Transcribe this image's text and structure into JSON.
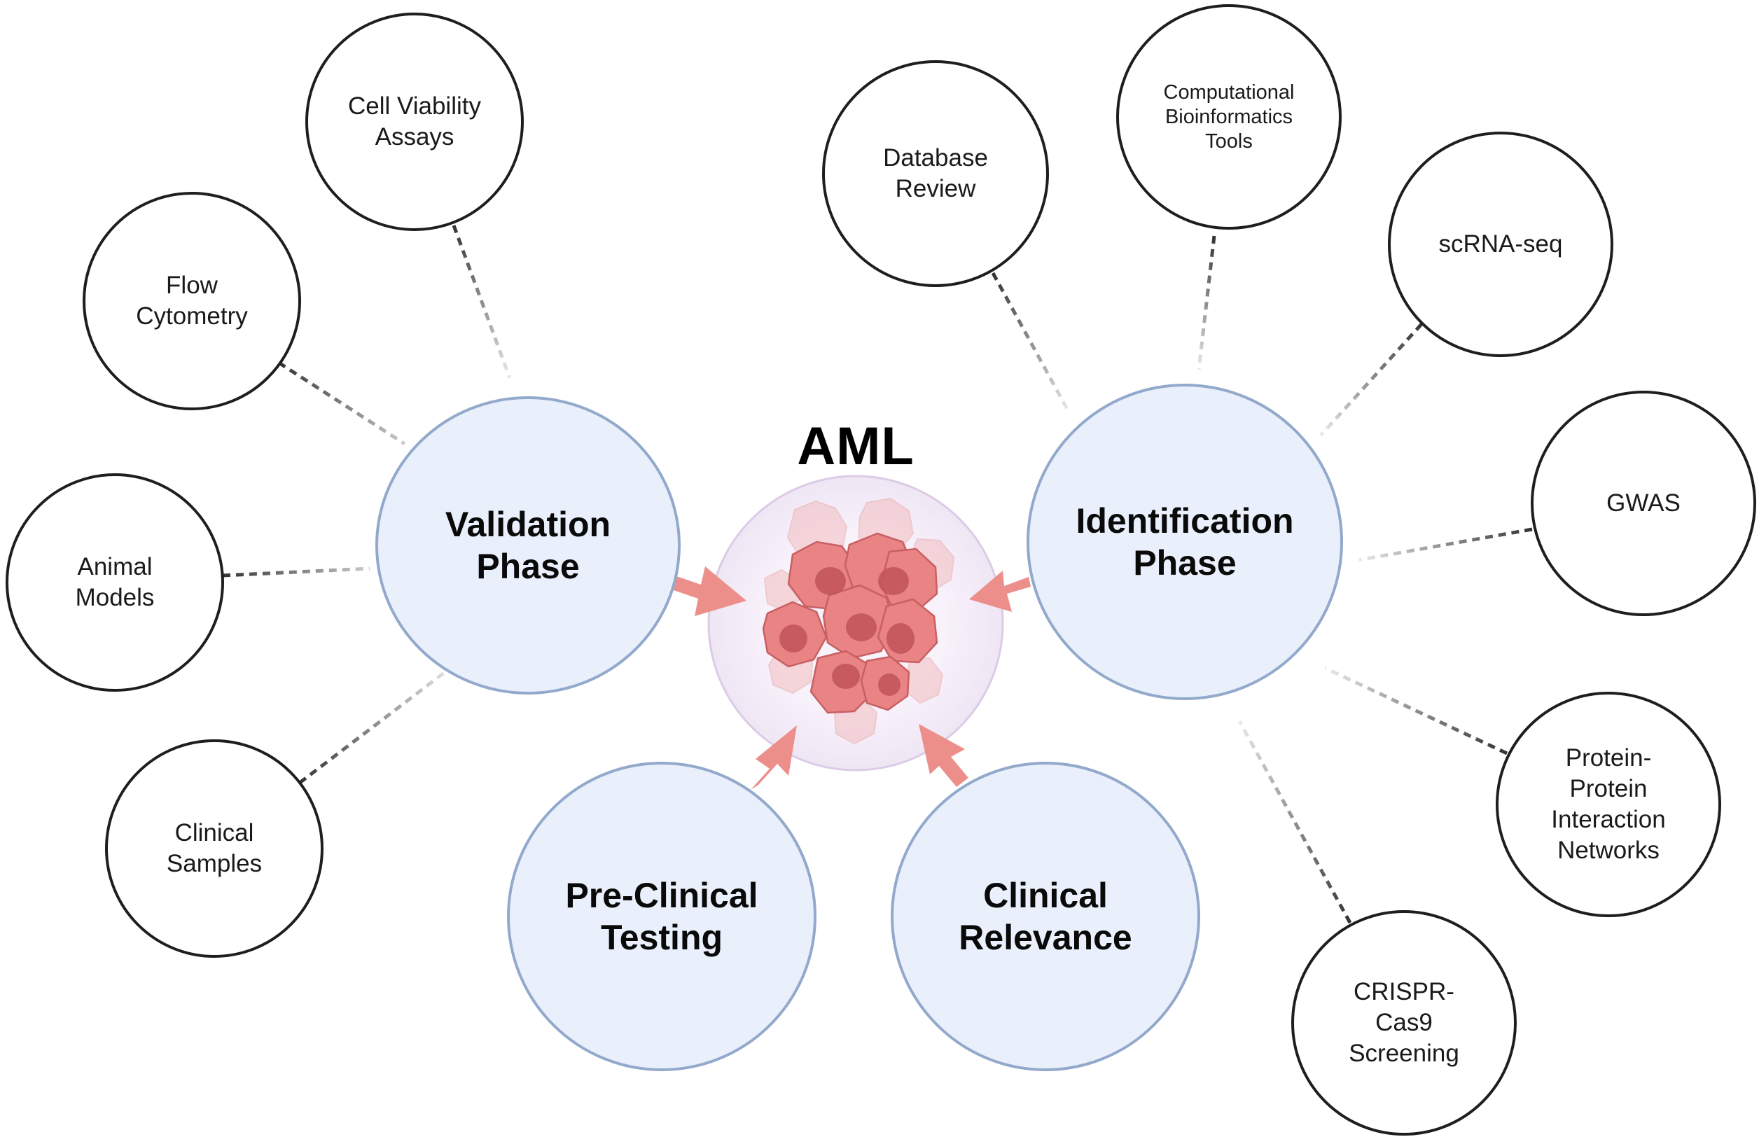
{
  "title": "AML",
  "colors": {
    "phase_fill": "#e9f0fb",
    "phase_border": "#93a9cc",
    "method_border": "#1e1e1e",
    "arrow": "#ec8f8b",
    "cell_fill": "#e97f81",
    "cell_nucleus": "#c95a5e",
    "disc_fill": "#f6f0fa"
  },
  "phases": {
    "validation": "Validation\nPhase",
    "identification": "Identification\nPhase",
    "preclinical": "Pre-Clinical\nTesting",
    "clinical_relevance": "Clinical\nRelevance"
  },
  "validation_methods": {
    "cell_viability": "Cell Viability\nAssays",
    "flow_cytometry": "Flow\nCytometry",
    "animal_models": "Animal\nModels",
    "clinical_samples": "Clinical\nSamples"
  },
  "identification_methods": {
    "database_review": "Database\nReview",
    "computational_tools": "Computational\nBioinformatics\nTools",
    "scrna_seq": "scRNA-seq",
    "gwas": "GWAS",
    "ppi_networks": "Protein-\nProtein\nInteraction\nNetworks",
    "crispr": "CRISPR-\nCas9\nScreening"
  }
}
